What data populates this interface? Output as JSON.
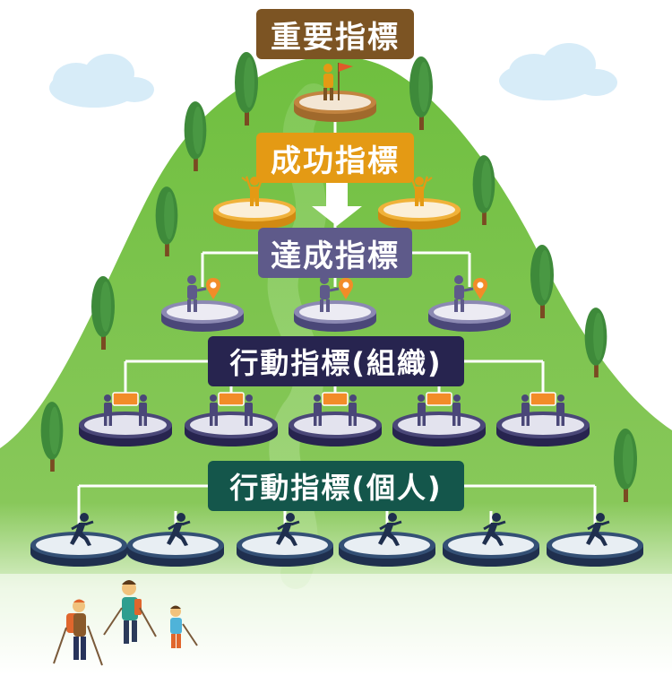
{
  "labels": {
    "key": "重要指標",
    "success": "成功指標",
    "achievement": "達成指標",
    "action_org": "行動指標(組織)",
    "action_personal": "行動指標(個人)"
  },
  "colors": {
    "key": "#7c5423",
    "success": "#e49a14",
    "achievement": "#5e5a8a",
    "action_org": "#27244f",
    "action_personal": "#14564b",
    "mountain": "#6abb3c"
  },
  "icons": {
    "key": "flag-bearer-icon",
    "success": "celebrating-person-icon",
    "achievement": "person-with-map-pin-icon",
    "action_org": "people-carrying-board-icon",
    "action_personal": "runner-icon"
  }
}
